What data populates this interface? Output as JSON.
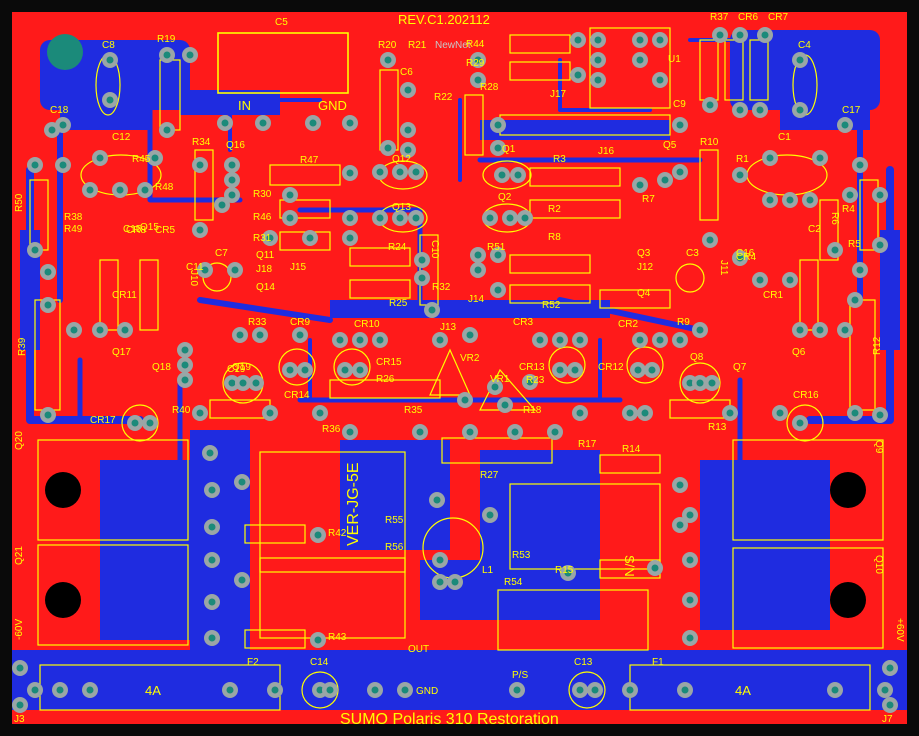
{
  "board": {
    "revision": "REV.C1.202112",
    "footer": "SUMO Polaris 310 Restoration",
    "watermark": "NewNet",
    "colors": {
      "top_copper": "#ff1a1a",
      "bottom_copper": "#1f2ce0",
      "silkscreen": "#ffff00",
      "pad": "#9aa6a6",
      "hole": "#1b8a7a",
      "background": "#0a0a0a"
    }
  },
  "connectors": {
    "in": "IN",
    "gnd_top": "GND",
    "out": "OUT",
    "gnd_bottom": "GND",
    "ps": "P/S",
    "minus60": "-60V",
    "plus60": "+60V",
    "j3": "J3",
    "j7": "J7"
  },
  "fuses": {
    "f1": "F1",
    "f2": "F2",
    "f1_rating": "4A",
    "f2_rating": "4A"
  },
  "components": {
    "resistors": [
      "R1",
      "R2",
      "R3",
      "R4",
      "R5",
      "R6",
      "R7",
      "R8",
      "R9",
      "R10",
      "R12",
      "R13",
      "R14",
      "R15",
      "R17",
      "R18",
      "R19",
      "R20",
      "R21",
      "R22",
      "R23",
      "R24",
      "R25",
      "R26",
      "R27",
      "R28",
      "R29",
      "R30",
      "R31",
      "R32",
      "R33",
      "R34",
      "R35",
      "R36",
      "R37",
      "R38",
      "R39",
      "R40",
      "R42",
      "R43",
      "R44",
      "R45",
      "R46",
      "R47",
      "R48",
      "R49",
      "R50",
      "R51",
      "R52",
      "R53",
      "R54",
      "R55",
      "R56"
    ],
    "capacitors": [
      "C1",
      "C2",
      "C3",
      "C4",
      "C5",
      "C6",
      "C7",
      "C8",
      "C9",
      "C10",
      "C11",
      "C12",
      "C13",
      "C14",
      "C15",
      "C16",
      "C17",
      "C18",
      "C19"
    ],
    "transistors": [
      "Q1",
      "Q2",
      "Q3",
      "Q4",
      "Q5",
      "Q6",
      "Q7",
      "Q8",
      "Q9",
      "Q10",
      "Q11",
      "Q12",
      "Q13",
      "Q14",
      "Q15",
      "Q16",
      "Q17",
      "Q18",
      "Q19",
      "Q20",
      "Q21"
    ],
    "diodes": [
      "CR1",
      "CR2",
      "CR3",
      "CR4",
      "CR5",
      "CR6",
      "CR7",
      "CR8",
      "CR9",
      "CR10",
      "CR11",
      "CR12",
      "CR13",
      "CR14",
      "CR15",
      "CR16",
      "CR17"
    ],
    "jumpers": [
      "J10",
      "J11",
      "J12",
      "J13",
      "J14",
      "J15",
      "J16",
      "J17",
      "J18"
    ],
    "misc": [
      "VR1",
      "VR2",
      "L1",
      "U1"
    ]
  },
  "silk_notes": {
    "left_vertical": "VER-JG-5E",
    "right_vertical": "S/N"
  }
}
